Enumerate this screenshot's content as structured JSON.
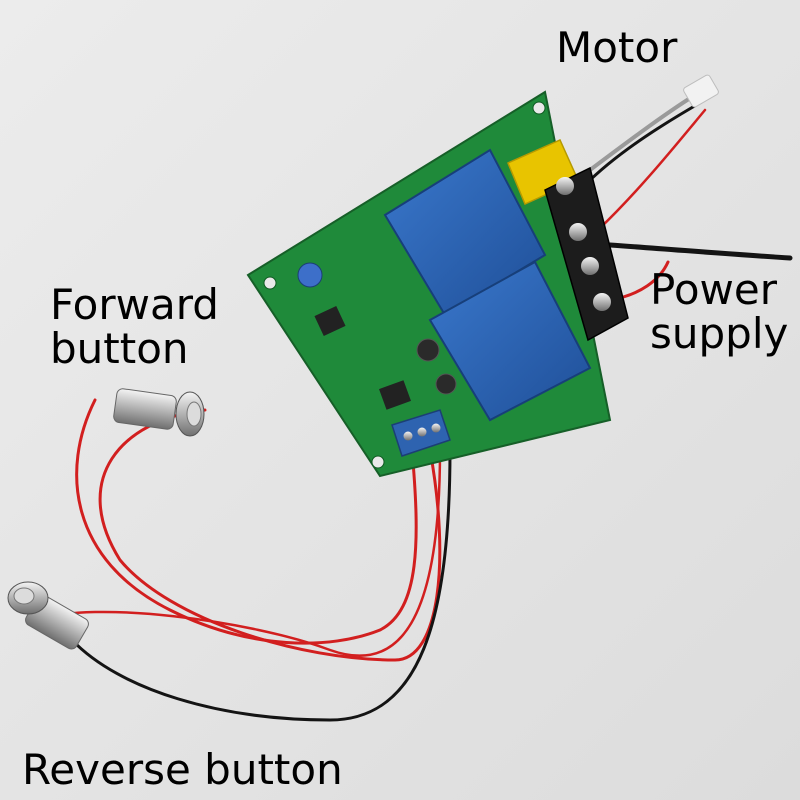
{
  "labels": {
    "motor": "Motor",
    "power_line1": "Power",
    "power_line2": "supply",
    "forward_line1": "Forward",
    "forward_line2": "button",
    "reverse": "Reverse button"
  },
  "colors": {
    "background": "#e7e7e7",
    "pcb": "#1f8a3a",
    "relay": "#2b63b8",
    "terminal_block": "#1c1c1c",
    "screw_terminal": "#2e63b0",
    "capacitor": "#e8c400",
    "wire_red": "#d21f1f",
    "wire_black": "#141414",
    "wire_gray": "#9a9a9a",
    "button_metal": "#c9c9c9"
  }
}
